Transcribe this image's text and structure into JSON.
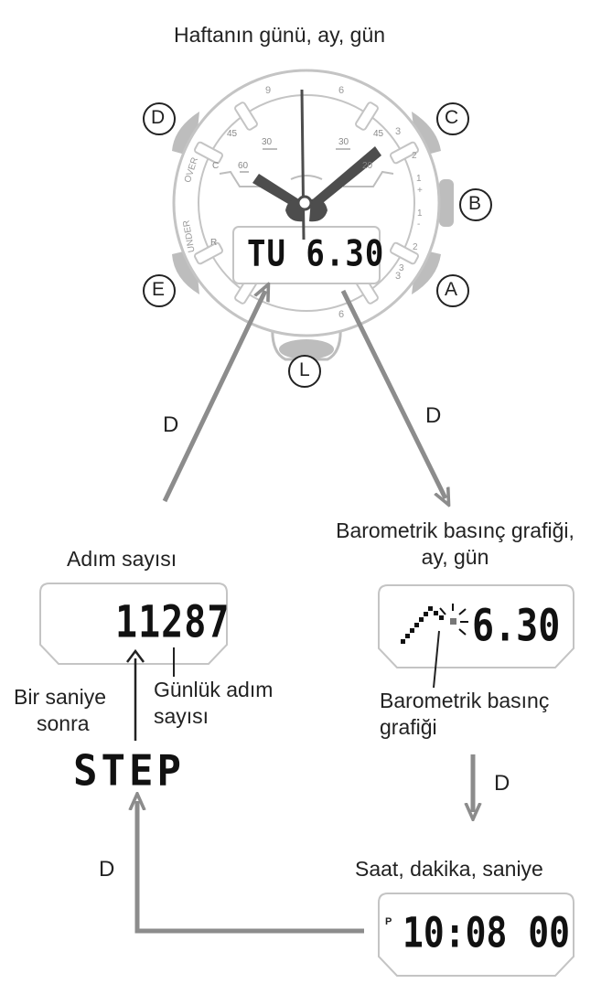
{
  "title": "Haftanın günü, ay, gün",
  "buttons": {
    "a": "A",
    "b": "B",
    "c": "C",
    "d": "D",
    "e": "E",
    "l": "L"
  },
  "watch": {
    "lcd": "TU 6.30",
    "bezel_top": [
      "9",
      "6",
      "3"
    ],
    "bezel_bottom": [
      "3",
      "6"
    ],
    "left_scale": [
      "45",
      "30",
      "60",
      "C"
    ],
    "right_scale": [
      "30",
      "45",
      "20"
    ],
    "over_label": "OVER",
    "under_label": "UNDER",
    "r_label": "R",
    "right_numbers": [
      "2",
      "1",
      "+",
      "1",
      "-",
      "2",
      "3"
    ]
  },
  "transitions": {
    "d1": "D",
    "d2": "D",
    "d3": "D",
    "d4": "D"
  },
  "step_panel": {
    "heading": "Adım sayısı",
    "lcd": "11287",
    "callout": "Günlük adım sayısı",
    "callout_line1": "Günlük adım",
    "callout_line2": "sayısı",
    "note_line1": "Bir saniye",
    "note_line2": "sonra",
    "label": "STEP"
  },
  "baro_panel": {
    "heading_line1": "Barometrik basınç grafiği,",
    "heading_line2": "ay, gün",
    "lcd": "6.30",
    "callout_line1": "Barometrik basınç",
    "callout_line2": "grafiği"
  },
  "time_panel": {
    "heading": "Saat, dakika, saniye",
    "pm": "P",
    "lcd": "10:08 00"
  },
  "colors": {
    "arrow": "#8c8c8c",
    "watch_line": "#bdbdbd",
    "hand": "#4d4d4d",
    "text": "#222222"
  }
}
